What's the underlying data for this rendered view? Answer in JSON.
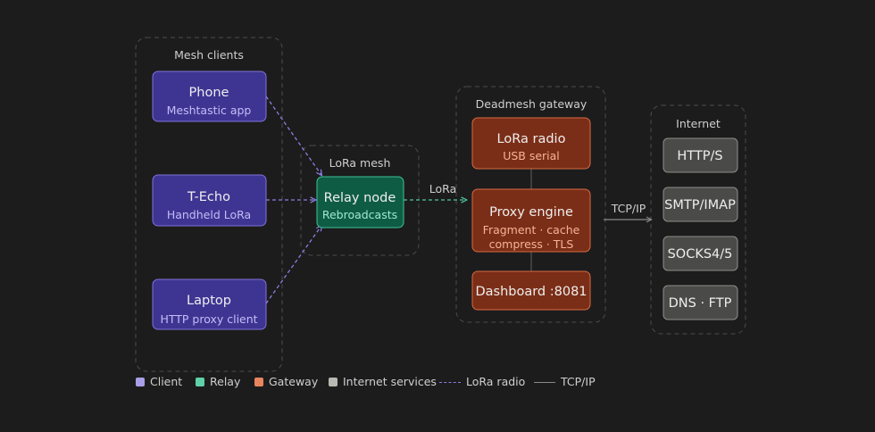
{
  "groups": {
    "clients": "Mesh clients",
    "mesh": "LoRa mesh",
    "gateway": "Deadmesh gateway",
    "internet": "Internet"
  },
  "nodes": {
    "phone": {
      "title": "Phone",
      "subtitle": "Meshtastic app"
    },
    "techo": {
      "title": "T-Echo",
      "subtitle": "Handheld LoRa"
    },
    "laptop": {
      "title": "Laptop",
      "subtitle": "HTTP proxy client"
    },
    "relay": {
      "title": "Relay node",
      "subtitle": "Rebroadcasts"
    },
    "radio": {
      "title": "LoRa radio",
      "subtitle": "USB serial"
    },
    "proxy": {
      "title": "Proxy engine",
      "subtitle1": "Fragment · cache",
      "subtitle2": "compress · TLS"
    },
    "dashboard": {
      "title": "Dashboard :8081"
    },
    "http": {
      "title": "HTTP/S"
    },
    "smtp": {
      "title": "SMTP/IMAP"
    },
    "socks": {
      "title": "SOCKS4/5"
    },
    "dns": {
      "title": "DNS · FTP"
    }
  },
  "edges": {
    "lora": "LoRa",
    "tcpip": "TCP/IP"
  },
  "legend": {
    "client": "Client",
    "relay": "Relay",
    "gateway": "Gateway",
    "internet": "Internet services",
    "lora_radio": "LoRa radio",
    "tcpip": "TCP/IP"
  },
  "colors": {
    "client_fill": "#3e3593",
    "client_stroke": "#7e72d9",
    "client_sub": "#c4bcf5",
    "relay_fill": "#0f5c45",
    "relay_stroke": "#3cc398",
    "relay_sub": "#9ee9cd",
    "gateway_fill": "#7b2e17",
    "gateway_stroke": "#d76a43",
    "gateway_sub": "#f4b395",
    "internet_fill": "#4a4a48",
    "internet_stroke": "#8d8d88",
    "lora_edge": "#8a7ee0",
    "relay_edge": "#4fc79e",
    "tcp_edge": "#8a8a8a"
  }
}
